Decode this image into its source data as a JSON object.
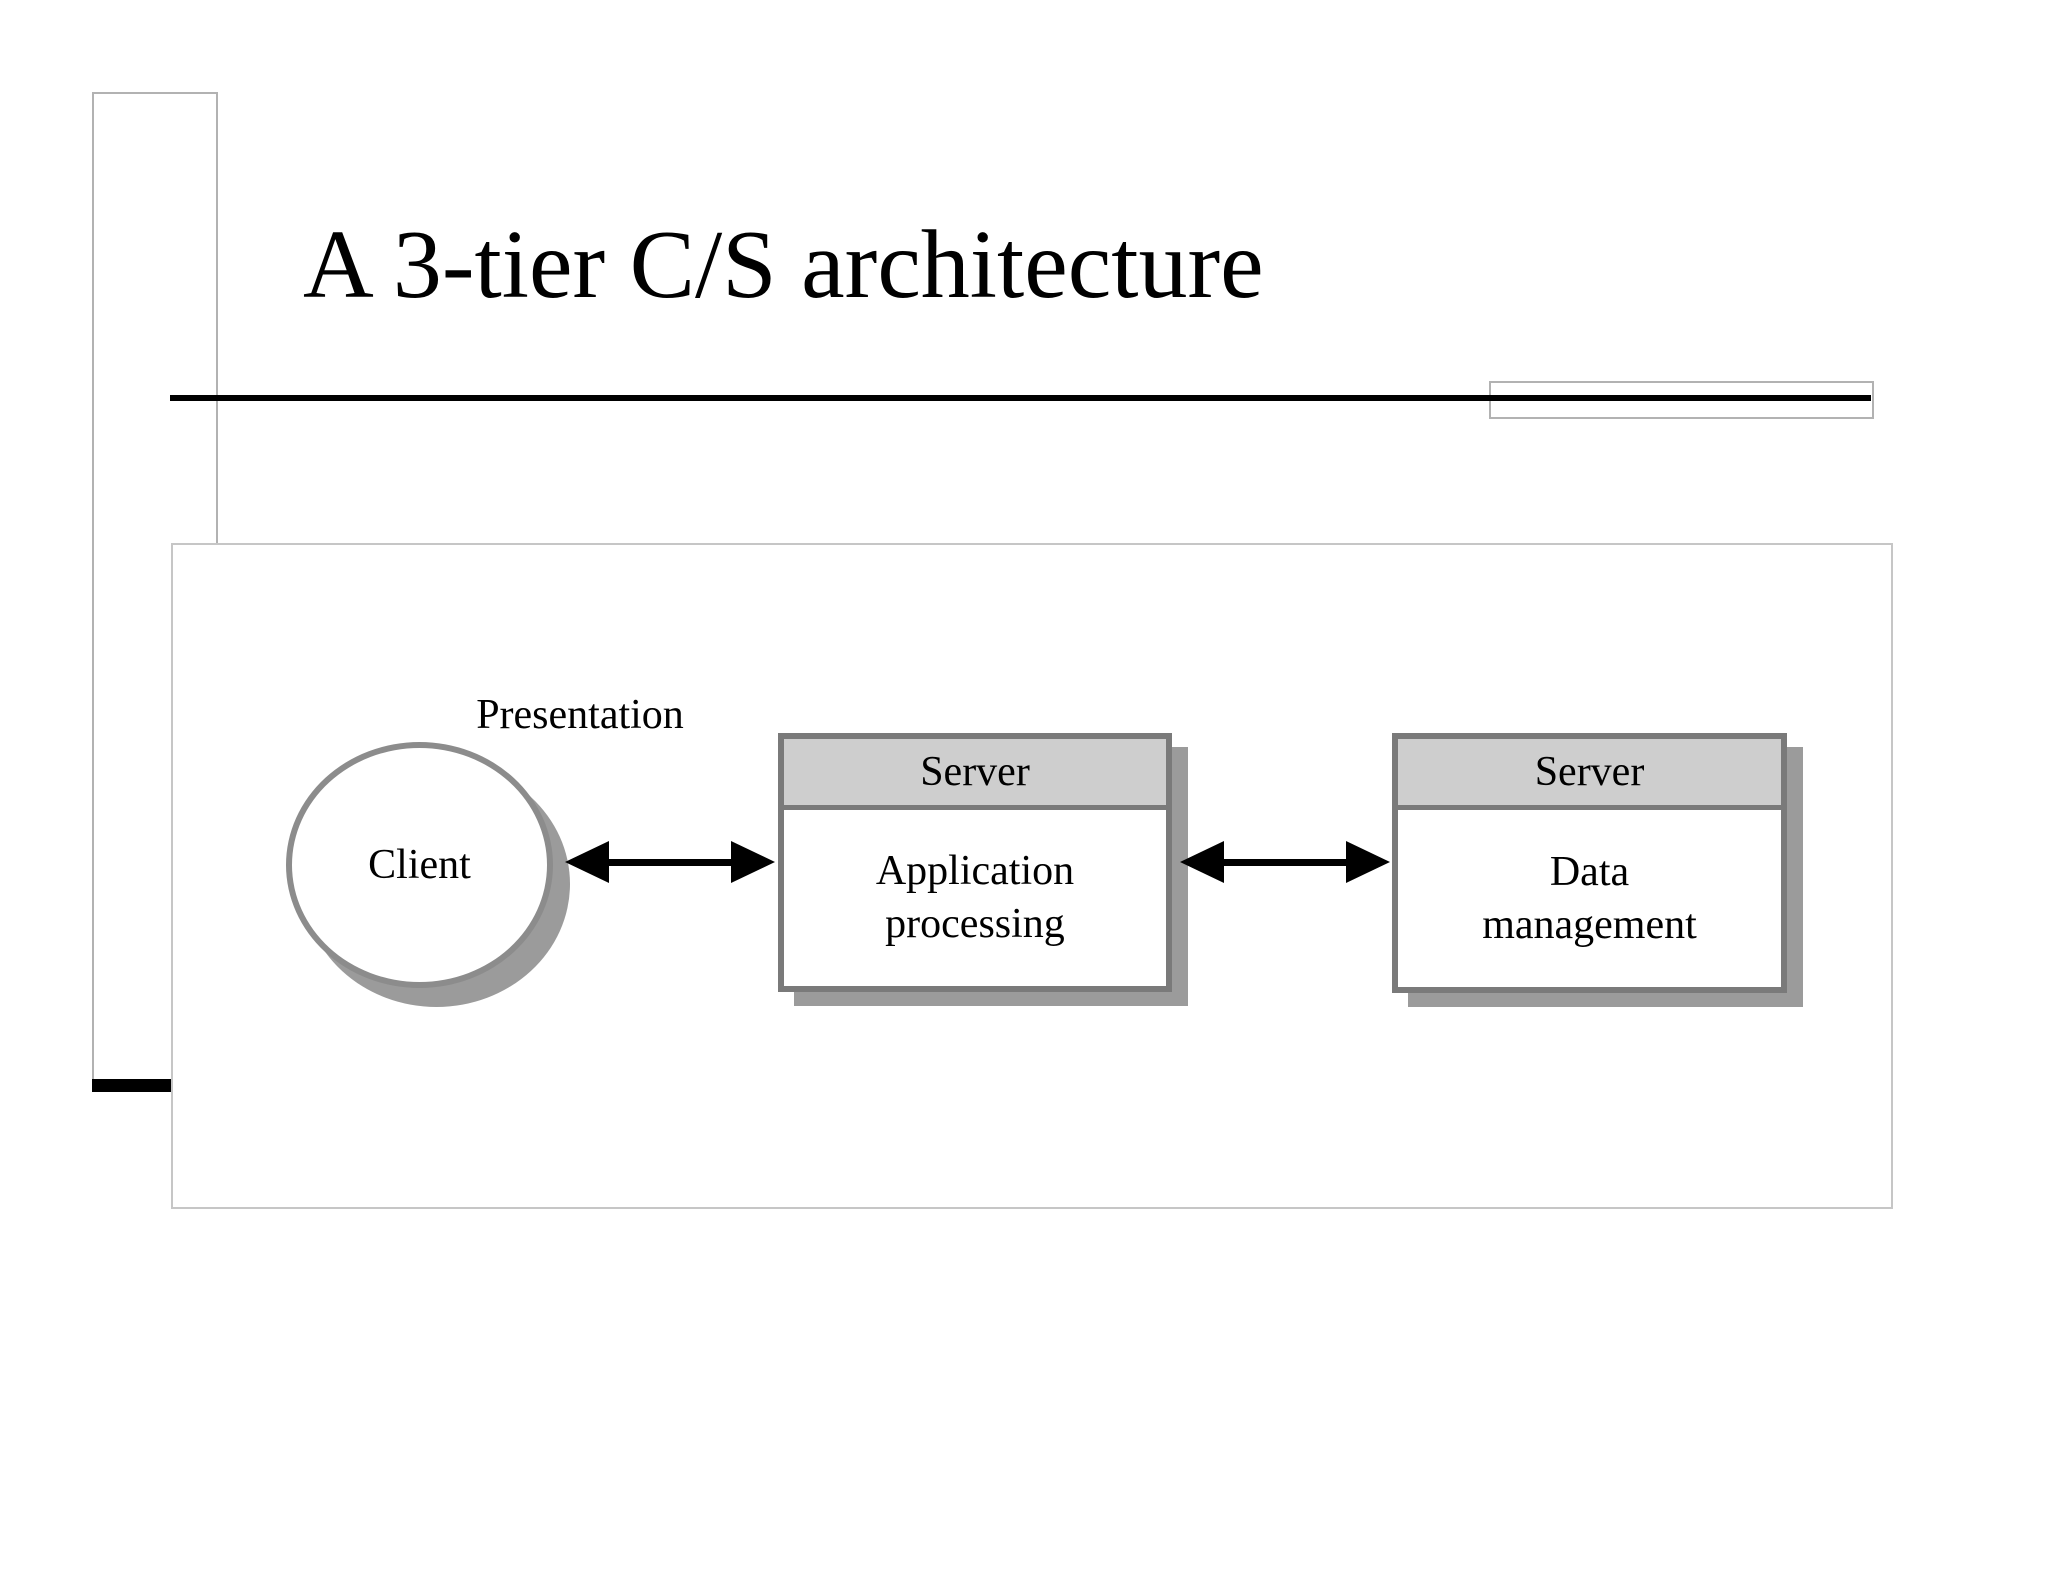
{
  "slide": {
    "title": "A 3-tier C/S architecture"
  },
  "diagram": {
    "presentation_label": "Presentation",
    "client_label": "Client",
    "app_server": {
      "header": "Server",
      "body": [
        "Application",
        "processing"
      ]
    },
    "data_server": {
      "header": "Server",
      "body": [
        "Data",
        "management"
      ]
    }
  },
  "colors": {
    "box_border": "#7a7a7a",
    "box_header_fill": "#cecece",
    "drop_shadow": "#9b9b9b",
    "circle_border": "#8c8c8c",
    "frame_border": "#c6c6c6",
    "decor_rect_border": "#b2b2b2",
    "rule": "#000000",
    "text": "#000000"
  }
}
